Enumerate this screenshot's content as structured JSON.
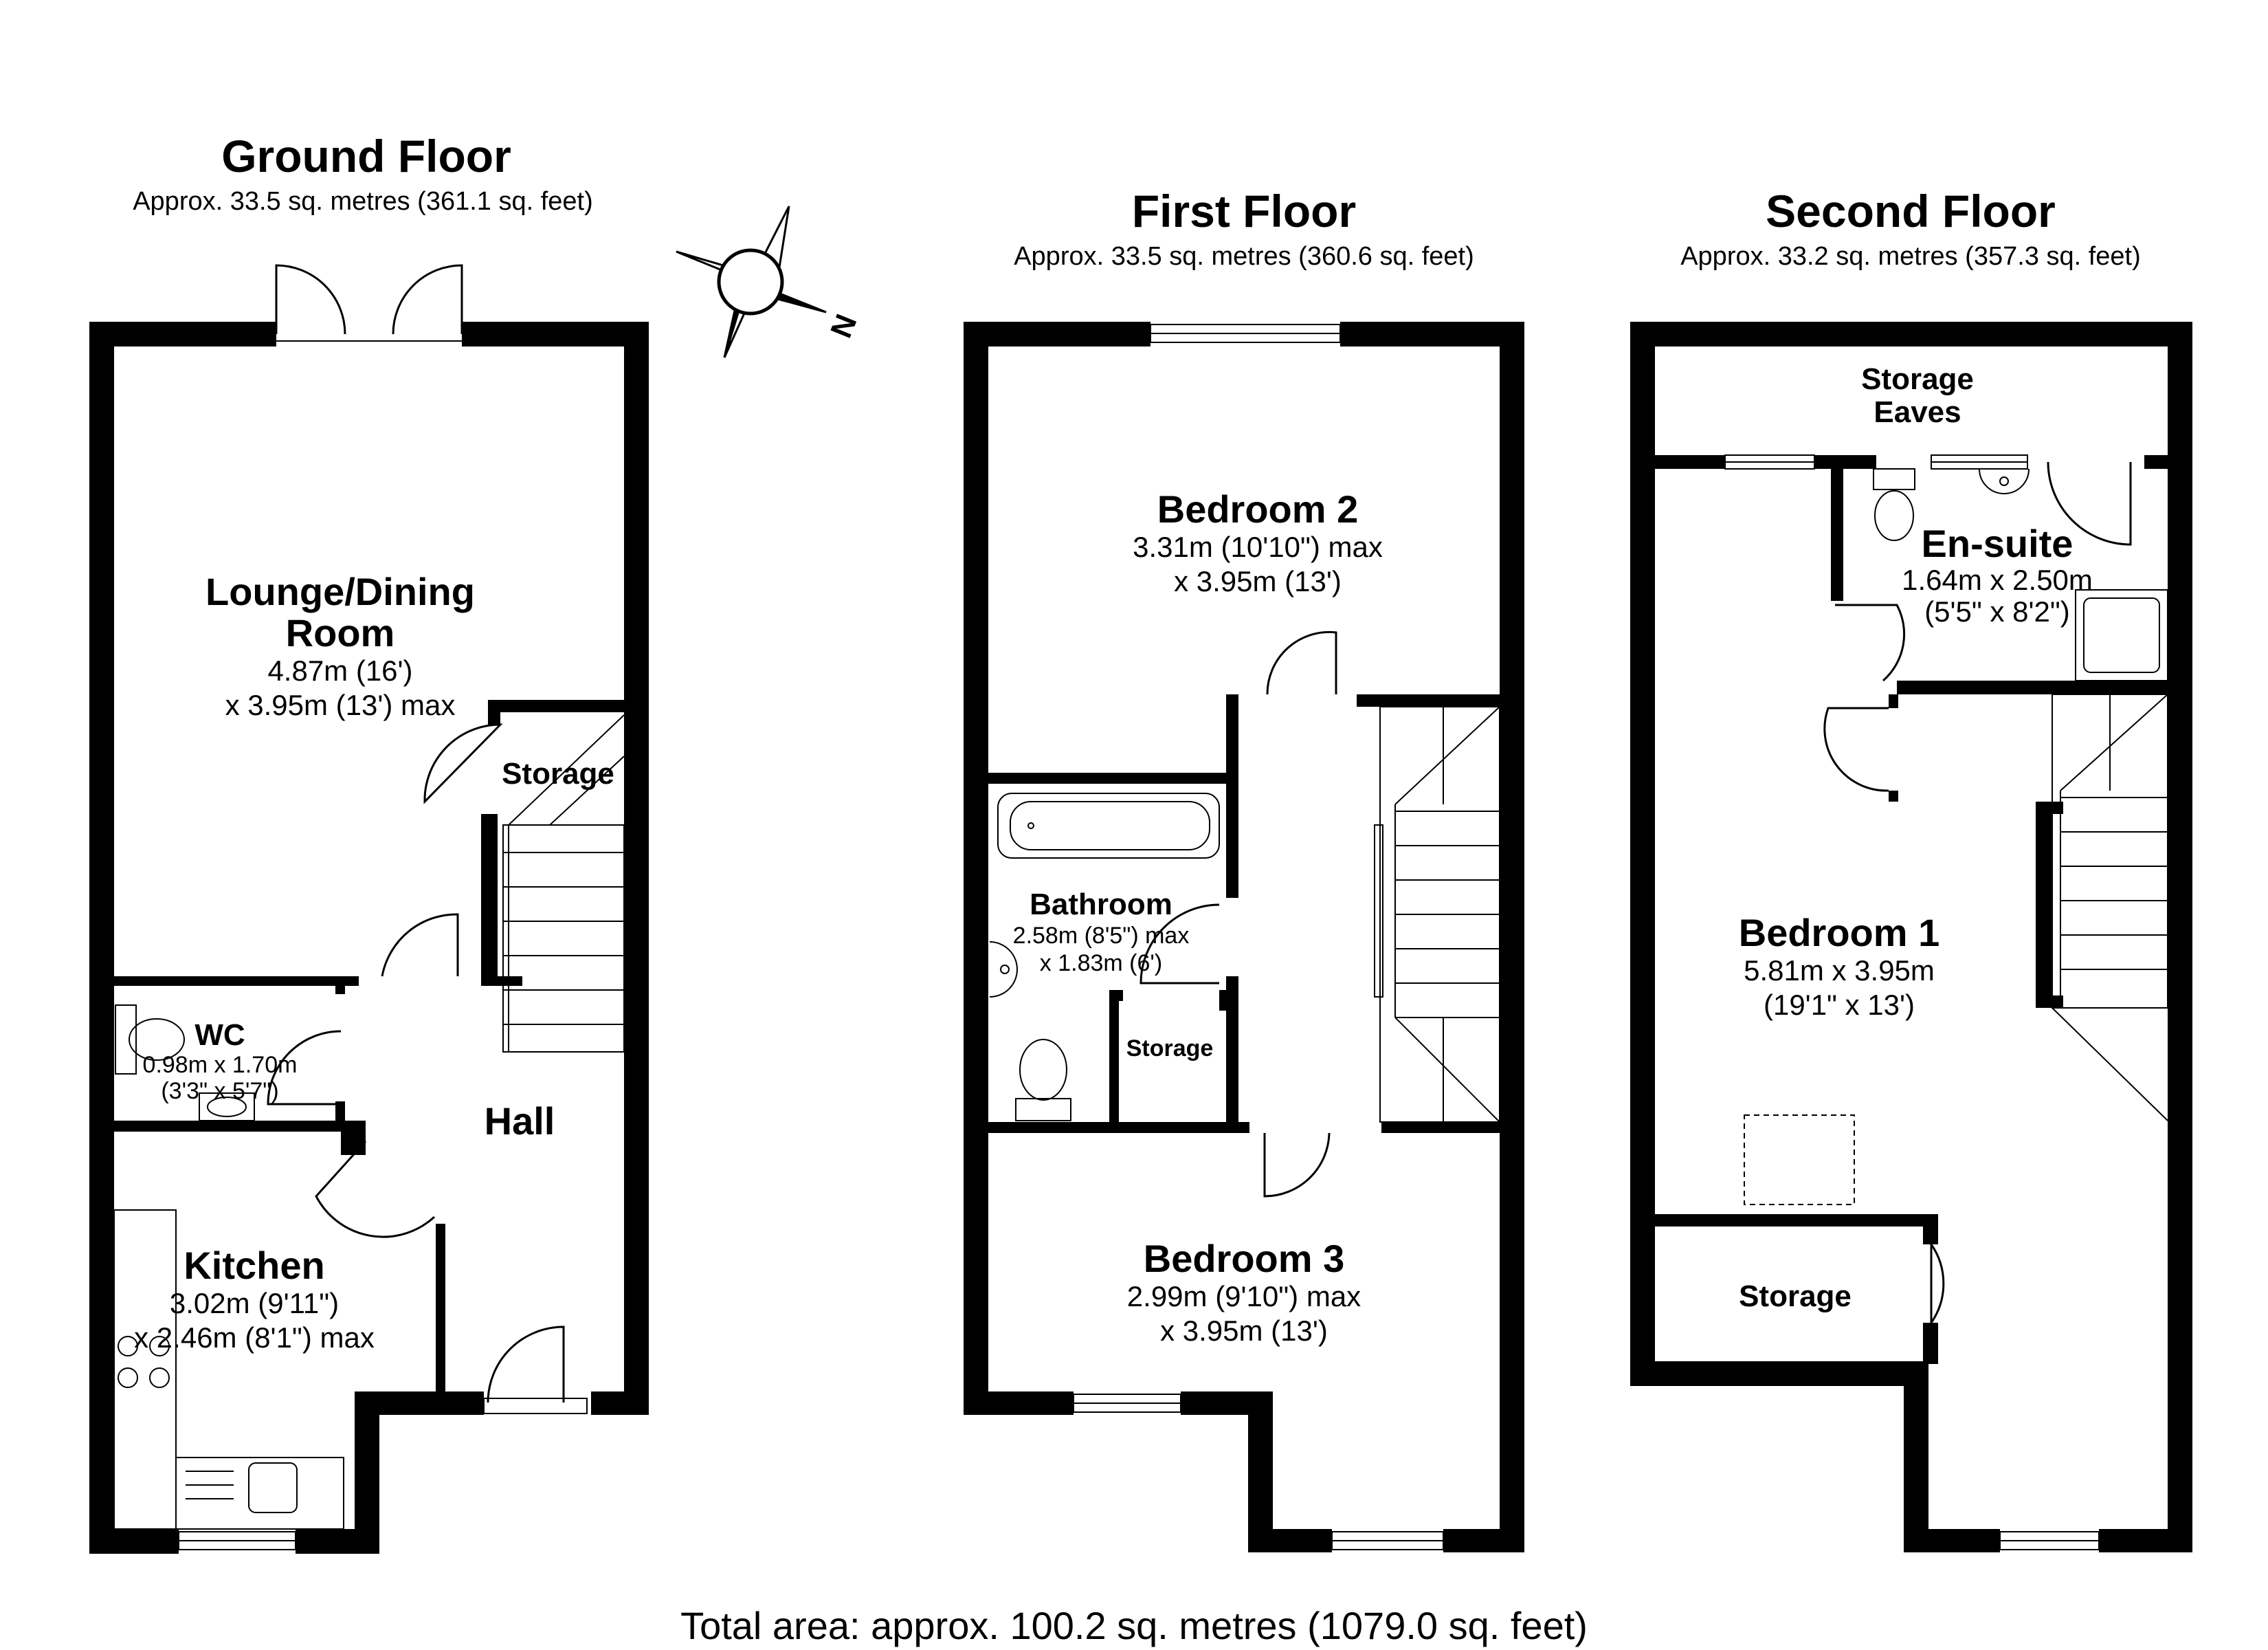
{
  "floors": [
    {
      "title": "Ground Floor",
      "area": "Approx. 33.5 sq. metres (361.1 sq. feet)",
      "rooms": [
        {
          "name_line1": "Lounge/Dining",
          "name_line2": "Room",
          "dim_line1": "4.87m (16')",
          "dim_line2": "x 3.95m (13') max"
        },
        {
          "name": "Storage"
        },
        {
          "name": "WC",
          "dim_line1": "0.98m x 1.70m",
          "dim_line2": "(3'3\" x 5'7\")"
        },
        {
          "name": "Hall"
        },
        {
          "name": "Kitchen",
          "dim_line1": "3.02m (9'11\")",
          "dim_line2": "x 2.46m (8'1\") max"
        }
      ]
    },
    {
      "title": "First Floor",
      "area": "Approx. 33.5 sq. metres (360.6 sq. feet)",
      "rooms": [
        {
          "name": "Bedroom 2",
          "dim_line1": "3.31m (10'10\") max",
          "dim_line2": "x 3.95m (13')"
        },
        {
          "name": "Bathroom",
          "dim_line1": "2.58m (8'5\") max",
          "dim_line2": "x 1.83m (6')"
        },
        {
          "name": "Storage"
        },
        {
          "name": "Bedroom 3",
          "dim_line1": "2.99m (9'10\") max",
          "dim_line2": "x 3.95m (13')"
        }
      ]
    },
    {
      "title": "Second Floor",
      "area": "Approx. 33.2 sq. metres (357.3 sq. feet)",
      "rooms": [
        {
          "name_line1": "Storage",
          "name_line2": "Eaves"
        },
        {
          "name": "En-suite",
          "dim_line1": "1.64m x 2.50m",
          "dim_line2": "(5'5\" x 8'2\")"
        },
        {
          "name": "Bedroom 1",
          "dim_line1": "5.81m x 3.95m",
          "dim_line2": "(19'1\" x 13')"
        },
        {
          "name": "Storage"
        }
      ]
    }
  ],
  "compass": {
    "north_label": "N"
  },
  "total_area": "Total area: approx. 100.2 sq. metres (1079.0 sq. feet)"
}
